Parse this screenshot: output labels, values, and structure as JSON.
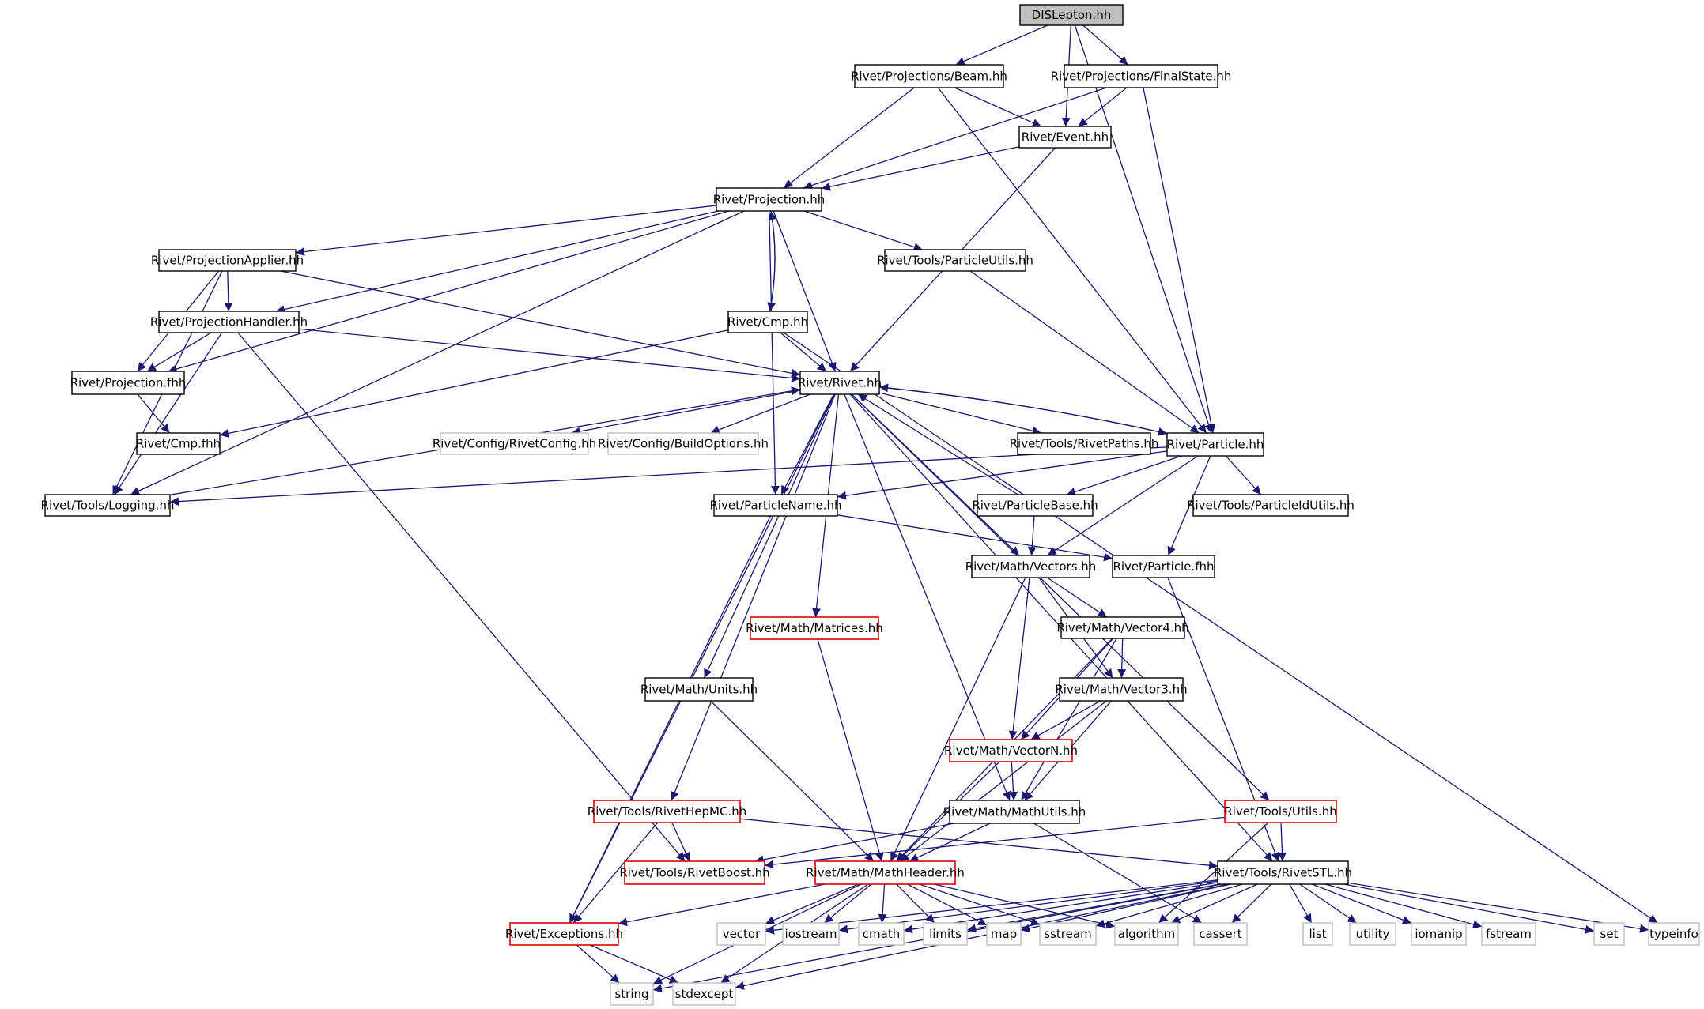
{
  "diagram": {
    "colors": {
      "edge": "#191970",
      "box_stroke_normal": "#000000",
      "box_stroke_red": "#e00000",
      "box_stroke_gray": "#bfbfbf",
      "root_fill": "#bfbfbf",
      "box_fill": "#ffffff",
      "text": "#000000"
    },
    "nodes": [
      {
        "id": "n_root",
        "label": "DISLepton.hh",
        "style": "root"
      },
      {
        "id": "n_beam",
        "label": "Rivet/Projections/Beam.hh",
        "style": "normal"
      },
      {
        "id": "n_fs",
        "label": "Rivet/Projections/FinalState.hh",
        "style": "normal"
      },
      {
        "id": "n_event",
        "label": "Rivet/Event.hh",
        "style": "normal"
      },
      {
        "id": "n_proj",
        "label": "Rivet/Projection.hh",
        "style": "normal"
      },
      {
        "id": "n_papp",
        "label": "Rivet/ProjectionApplier.hh",
        "style": "normal"
      },
      {
        "id": "n_putils",
        "label": "Rivet/Tools/ParticleUtils.hh",
        "style": "normal"
      },
      {
        "id": "n_phand",
        "label": "Rivet/ProjectionHandler.hh",
        "style": "normal"
      },
      {
        "id": "n_cmp",
        "label": "Rivet/Cmp.hh",
        "style": "normal"
      },
      {
        "id": "n_projfhh",
        "label": "Rivet/Projection.fhh",
        "style": "normal"
      },
      {
        "id": "n_rivet",
        "label": "Rivet/Rivet.hh",
        "style": "normal"
      },
      {
        "id": "n_cmpfhh",
        "label": "Rivet/Cmp.fhh",
        "style": "normal"
      },
      {
        "id": "n_rconf",
        "label": "Rivet/Config/RivetConfig.hh",
        "style": "gray"
      },
      {
        "id": "n_bopt",
        "label": "Rivet/Config/BuildOptions.hh",
        "style": "gray"
      },
      {
        "id": "n_rpaths",
        "label": "Rivet/Tools/RivetPaths.hh",
        "style": "normal"
      },
      {
        "id": "n_particle",
        "label": "Rivet/Particle.hh",
        "style": "normal"
      },
      {
        "id": "n_logging",
        "label": "Rivet/Tools/Logging.hh",
        "style": "normal"
      },
      {
        "id": "n_pname",
        "label": "Rivet/ParticleName.hh",
        "style": "normal"
      },
      {
        "id": "n_pbase",
        "label": "Rivet/ParticleBase.hh",
        "style": "normal"
      },
      {
        "id": "n_pidutils",
        "label": "Rivet/Tools/ParticleIdUtils.hh",
        "style": "normal"
      },
      {
        "id": "n_vectors",
        "label": "Rivet/Math/Vectors.hh",
        "style": "normal"
      },
      {
        "id": "n_pfhh",
        "label": "Rivet/Particle.fhh",
        "style": "normal"
      },
      {
        "id": "n_matrices",
        "label": "Rivet/Math/Matrices.hh",
        "style": "red"
      },
      {
        "id": "n_vec4",
        "label": "Rivet/Math/Vector4.hh",
        "style": "normal"
      },
      {
        "id": "n_units",
        "label": "Rivet/Math/Units.hh",
        "style": "normal"
      },
      {
        "id": "n_vec3",
        "label": "Rivet/Math/Vector3.hh",
        "style": "normal"
      },
      {
        "id": "n_vecn",
        "label": "Rivet/Math/VectorN.hh",
        "style": "red"
      },
      {
        "id": "n_hepmc",
        "label": "Rivet/Tools/RivetHepMC.hh",
        "style": "red"
      },
      {
        "id": "n_mutils",
        "label": "Rivet/Math/MathUtils.hh",
        "style": "normal"
      },
      {
        "id": "n_tutils",
        "label": "Rivet/Tools/Utils.hh",
        "style": "red"
      },
      {
        "id": "n_boost",
        "label": "Rivet/Tools/RivetBoost.hh",
        "style": "red"
      },
      {
        "id": "n_mheader",
        "label": "Rivet/Math/MathHeader.hh",
        "style": "red"
      },
      {
        "id": "n_stl",
        "label": "Rivet/Tools/RivetSTL.hh",
        "style": "normal"
      },
      {
        "id": "n_exc",
        "label": "Rivet/Exceptions.hh",
        "style": "red"
      },
      {
        "id": "n_vector",
        "label": "vector",
        "style": "gray"
      },
      {
        "id": "n_iostream",
        "label": "iostream",
        "style": "gray"
      },
      {
        "id": "n_cmath",
        "label": "cmath",
        "style": "gray"
      },
      {
        "id": "n_limits",
        "label": "limits",
        "style": "gray"
      },
      {
        "id": "n_map",
        "label": "map",
        "style": "gray"
      },
      {
        "id": "n_sstream",
        "label": "sstream",
        "style": "gray"
      },
      {
        "id": "n_algorithm",
        "label": "algorithm",
        "style": "gray"
      },
      {
        "id": "n_cassert",
        "label": "cassert",
        "style": "gray"
      },
      {
        "id": "n_list",
        "label": "list",
        "style": "gray"
      },
      {
        "id": "n_utility",
        "label": "utility",
        "style": "gray"
      },
      {
        "id": "n_iomanip",
        "label": "iomanip",
        "style": "gray"
      },
      {
        "id": "n_fstream",
        "label": "fstream",
        "style": "gray"
      },
      {
        "id": "n_set",
        "label": "set",
        "style": "gray"
      },
      {
        "id": "n_typeinfo",
        "label": "typeinfo",
        "style": "gray"
      },
      {
        "id": "n_string",
        "label": "string",
        "style": "gray"
      },
      {
        "id": "n_stdexcept",
        "label": "stdexcept",
        "style": "gray"
      }
    ],
    "edges": [
      [
        "n_root",
        "n_beam"
      ],
      [
        "n_root",
        "n_fs"
      ],
      [
        "n_root",
        "n_event"
      ],
      [
        "n_root",
        "n_particle"
      ],
      [
        "n_beam",
        "n_event"
      ],
      [
        "n_beam",
        "n_proj"
      ],
      [
        "n_beam",
        "n_particle"
      ],
      [
        "n_fs",
        "n_event"
      ],
      [
        "n_fs",
        "n_proj"
      ],
      [
        "n_fs",
        "n_particle"
      ],
      [
        "n_event",
        "n_proj"
      ],
      [
        "n_event",
        "n_rivet"
      ],
      [
        "n_proj",
        "n_papp"
      ],
      [
        "n_proj",
        "n_putils"
      ],
      [
        "n_proj",
        "n_phand"
      ],
      [
        "n_proj",
        "n_cmp"
      ],
      [
        "n_proj",
        "n_projfhh"
      ],
      [
        "n_proj",
        "n_rivet"
      ],
      [
        "n_proj",
        "n_logging"
      ],
      [
        "n_proj",
        "n_pname"
      ],
      [
        "n_cmp",
        "n_proj"
      ],
      [
        "n_cmp",
        "n_rivet"
      ],
      [
        "n_cmp",
        "n_cmpfhh"
      ],
      [
        "n_cmp",
        "n_typeinfo"
      ],
      [
        "n_papp",
        "n_phand"
      ],
      [
        "n_papp",
        "n_projfhh"
      ],
      [
        "n_papp",
        "n_logging"
      ],
      [
        "n_papp",
        "n_rivet"
      ],
      [
        "n_phand",
        "n_projfhh"
      ],
      [
        "n_phand",
        "n_rivet"
      ],
      [
        "n_phand",
        "n_logging"
      ],
      [
        "n_phand",
        "n_boost"
      ],
      [
        "n_projfhh",
        "n_cmpfhh"
      ],
      [
        "n_putils",
        "n_particle"
      ],
      [
        "n_rivet",
        "n_rconf"
      ],
      [
        "n_rivet",
        "n_bopt"
      ],
      [
        "n_rivet",
        "n_rpaths"
      ],
      [
        "n_rivet",
        "n_particle"
      ],
      [
        "n_rivet",
        "n_pname"
      ],
      [
        "n_rivet",
        "n_units"
      ],
      [
        "n_rivet",
        "n_matrices"
      ],
      [
        "n_rivet",
        "n_hepmc"
      ],
      [
        "n_rivet",
        "n_exc"
      ],
      [
        "n_rivet",
        "n_mutils"
      ],
      [
        "n_rivet",
        "n_vectors"
      ],
      [
        "n_rivet",
        "n_tutils"
      ],
      [
        "n_rivet",
        "n_stl"
      ],
      [
        "n_logging",
        "n_rivet"
      ],
      [
        "n_particle",
        "n_rivet"
      ],
      [
        "n_particle",
        "n_logging"
      ],
      [
        "n_particle",
        "n_pname"
      ],
      [
        "n_particle",
        "n_pbase"
      ],
      [
        "n_particle",
        "n_pidutils"
      ],
      [
        "n_particle",
        "n_vectors"
      ],
      [
        "n_particle",
        "n_pfhh"
      ],
      [
        "n_pbase",
        "n_rivet"
      ],
      [
        "n_pbase",
        "n_vectors"
      ],
      [
        "n_pname",
        "n_pfhh"
      ],
      [
        "n_pname",
        "n_exc"
      ],
      [
        "n_pfhh",
        "n_stl"
      ],
      [
        "n_vectors",
        "n_vec4"
      ],
      [
        "n_vectors",
        "n_vec3"
      ],
      [
        "n_vectors",
        "n_vecn"
      ],
      [
        "n_vectors",
        "n_mheader"
      ],
      [
        "n_vec4",
        "n_vec3"
      ],
      [
        "n_vec4",
        "n_vecn"
      ],
      [
        "n_vec4",
        "n_mutils"
      ],
      [
        "n_vec4",
        "n_mheader"
      ],
      [
        "n_vec3",
        "n_vecn"
      ],
      [
        "n_vec3",
        "n_mutils"
      ],
      [
        "n_vec3",
        "n_mheader"
      ],
      [
        "n_vecn",
        "n_mutils"
      ],
      [
        "n_vecn",
        "n_mheader"
      ],
      [
        "n_matrices",
        "n_mheader"
      ],
      [
        "n_units",
        "n_mheader"
      ],
      [
        "n_mutils",
        "n_mheader"
      ],
      [
        "n_mutils",
        "n_boost"
      ],
      [
        "n_mutils",
        "n_cassert"
      ],
      [
        "n_tutils",
        "n_stl"
      ],
      [
        "n_tutils",
        "n_boost"
      ],
      [
        "n_tutils",
        "n_algorithm"
      ],
      [
        "n_hepmc",
        "n_boost"
      ],
      [
        "n_hepmc",
        "n_exc"
      ],
      [
        "n_hepmc",
        "n_stl"
      ],
      [
        "n_mheader",
        "n_exc"
      ],
      [
        "n_mheader",
        "n_vector"
      ],
      [
        "n_mheader",
        "n_iostream"
      ],
      [
        "n_mheader",
        "n_cmath"
      ],
      [
        "n_mheader",
        "n_limits"
      ],
      [
        "n_mheader",
        "n_map"
      ],
      [
        "n_mheader",
        "n_sstream"
      ],
      [
        "n_mheader",
        "n_algorithm"
      ],
      [
        "n_mheader",
        "n_string"
      ],
      [
        "n_mheader",
        "n_stdexcept"
      ],
      [
        "n_stl",
        "n_vector"
      ],
      [
        "n_stl",
        "n_iostream"
      ],
      [
        "n_stl",
        "n_cmath"
      ],
      [
        "n_stl",
        "n_limits"
      ],
      [
        "n_stl",
        "n_map"
      ],
      [
        "n_stl",
        "n_sstream"
      ],
      [
        "n_stl",
        "n_algorithm"
      ],
      [
        "n_stl",
        "n_cassert"
      ],
      [
        "n_stl",
        "n_list"
      ],
      [
        "n_stl",
        "n_utility"
      ],
      [
        "n_stl",
        "n_iomanip"
      ],
      [
        "n_stl",
        "n_fstream"
      ],
      [
        "n_stl",
        "n_set"
      ],
      [
        "n_stl",
        "n_typeinfo"
      ],
      [
        "n_stl",
        "n_string"
      ],
      [
        "n_stl",
        "n_stdexcept"
      ],
      [
        "n_exc",
        "n_string"
      ],
      [
        "n_exc",
        "n_stdexcept"
      ]
    ]
  }
}
